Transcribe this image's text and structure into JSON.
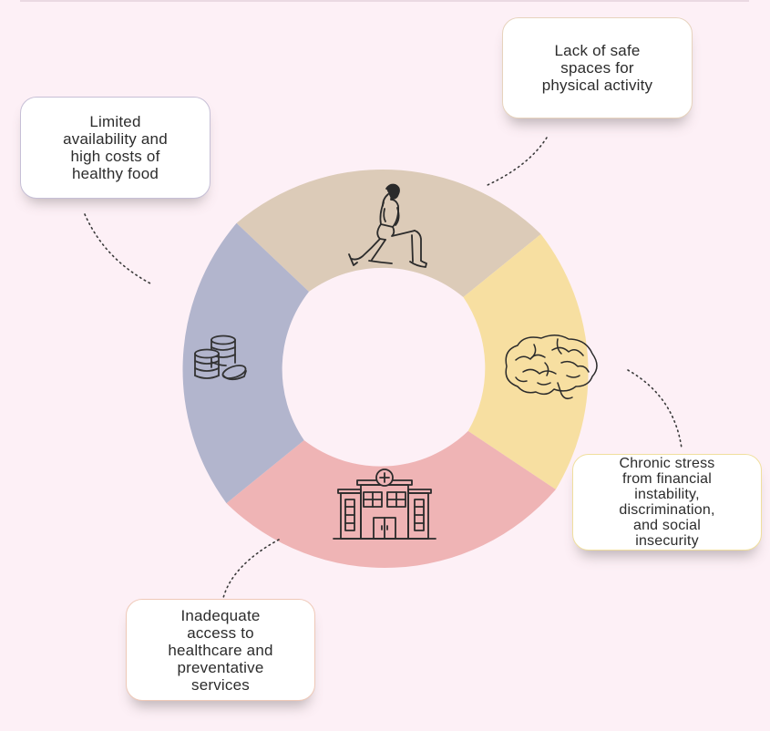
{
  "colors": {
    "background": "#fdf0f6",
    "segment_activity": "#dccbb8",
    "segment_stress": "#f7dfa1",
    "segment_healthcare": "#efb4b5",
    "segment_food": "#b2b5cd",
    "icon_stroke": "#2b2b2b"
  },
  "boxes": {
    "food": [
      "Limited",
      "availability and",
      "high costs of",
      "healthy food"
    ],
    "activity": [
      "Lack of safe",
      "spaces for",
      "physical activity"
    ],
    "stress": [
      "Chronic stress",
      "from financial",
      "instability,",
      "discrimination,",
      "and social",
      "insecurity"
    ],
    "healthcare": [
      "Inadequate",
      "access to",
      "healthcare and",
      "preventative",
      "services"
    ]
  },
  "icons": {
    "activity": "exercising-woman-icon",
    "stress": "brain-icon",
    "healthcare": "hospital-icon",
    "food": "coins-icon"
  }
}
